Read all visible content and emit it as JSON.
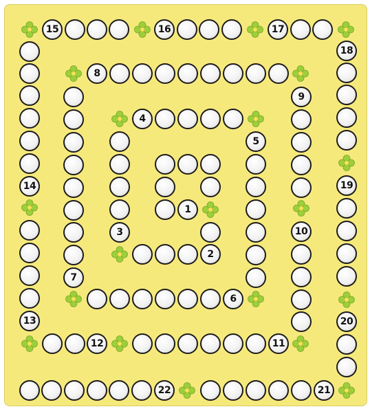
{
  "game": {
    "board_color": "#f6e97c",
    "space_color": "#ffffff",
    "space_border": "#1b1b1b",
    "ornament_color": "#9ccf3a",
    "ornament_icon": "clover-ornament-icon",
    "numbers": {
      "n1": "1",
      "n2": "2",
      "n3": "3",
      "n4": "4",
      "n5": "5",
      "n6": "6",
      "n7": "7",
      "n8": "8",
      "n9": "9",
      "n10": "10",
      "n11": "11",
      "n12": "12",
      "n13": "13",
      "n14": "14",
      "n15": "15",
      "n16": "16",
      "n17": "17",
      "n18": "18",
      "n19": "19",
      "n20": "20",
      "n21": "21",
      "n22": "22"
    }
  }
}
